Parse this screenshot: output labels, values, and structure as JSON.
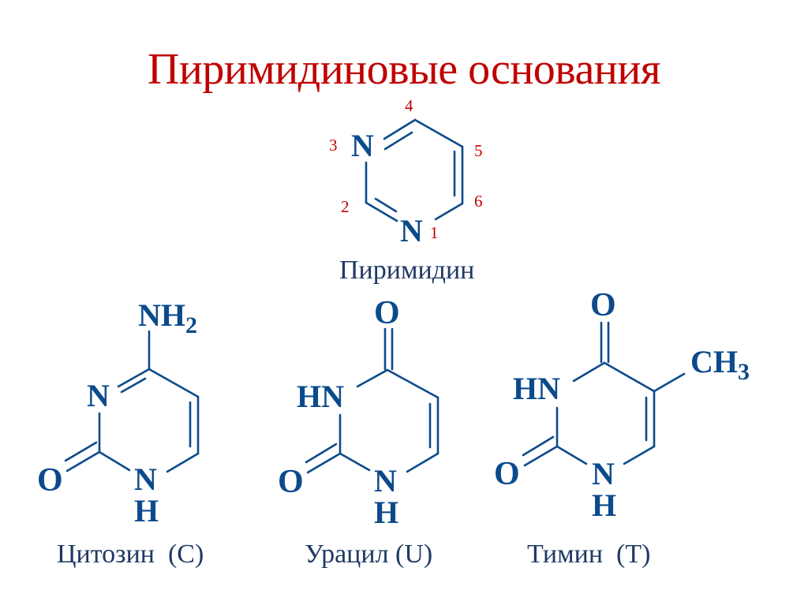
{
  "title": "Пиримидиновые основания",
  "colors": {
    "title": "#c00000",
    "structure": "#0b4a8b",
    "caption": "#1f3864",
    "atom_numbers": "#c00000",
    "background": "#ffffff"
  },
  "pyrimidine": {
    "caption": "Пиримидин",
    "atoms": {
      "n3": "N",
      "n1": "N"
    },
    "numbers": {
      "n1": "1",
      "n2": "2",
      "n3": "3",
      "n4": "4",
      "n5": "5",
      "n6": "6"
    }
  },
  "cytosine": {
    "caption": "Цитозин  (C)",
    "atoms": {
      "top": "NH",
      "top_sub": "2",
      "n3": "N",
      "o": "O",
      "n1": "N",
      "h1": "H"
    }
  },
  "uracil": {
    "caption": "Урацил (U)",
    "atoms": {
      "top": "O",
      "n3": "HN",
      "o": "O",
      "n1": "N",
      "h1": "H"
    }
  },
  "thymine": {
    "caption": "Тимин  (T)",
    "atoms": {
      "top": "O",
      "methyl": "CH",
      "methyl_sub": "3",
      "n3": "HN",
      "o": "O",
      "n1": "N",
      "h1": "H"
    }
  }
}
